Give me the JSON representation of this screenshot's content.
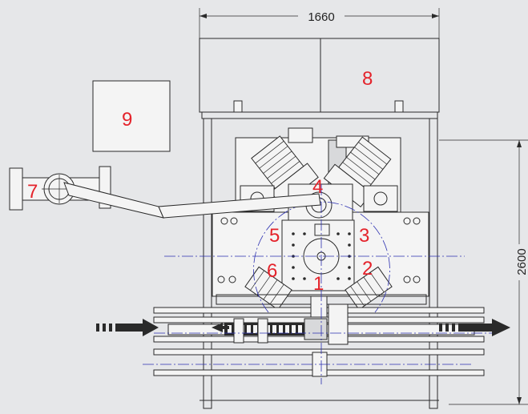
{
  "dimensions": {
    "width_label": "1660",
    "height_label": "2600"
  },
  "callouts": [
    {
      "id": "1",
      "label": "1"
    },
    {
      "id": "2",
      "label": "2"
    },
    {
      "id": "3",
      "label": "3"
    },
    {
      "id": "4",
      "label": "4"
    },
    {
      "id": "5",
      "label": "5"
    },
    {
      "id": "6",
      "label": "6"
    },
    {
      "id": "7",
      "label": "7"
    },
    {
      "id": "8",
      "label": "8"
    },
    {
      "id": "9",
      "label": "9"
    }
  ],
  "colors": {
    "background": "#e6e7e9",
    "callout": "#e4232b",
    "centerline": "#2b2fb0",
    "linework": "#2a2a2a",
    "flow_arrow": "#2a2a2a"
  },
  "icons": {
    "flow_in": "dashed-arrow-right",
    "flow_out": "dashed-arrow-right"
  }
}
